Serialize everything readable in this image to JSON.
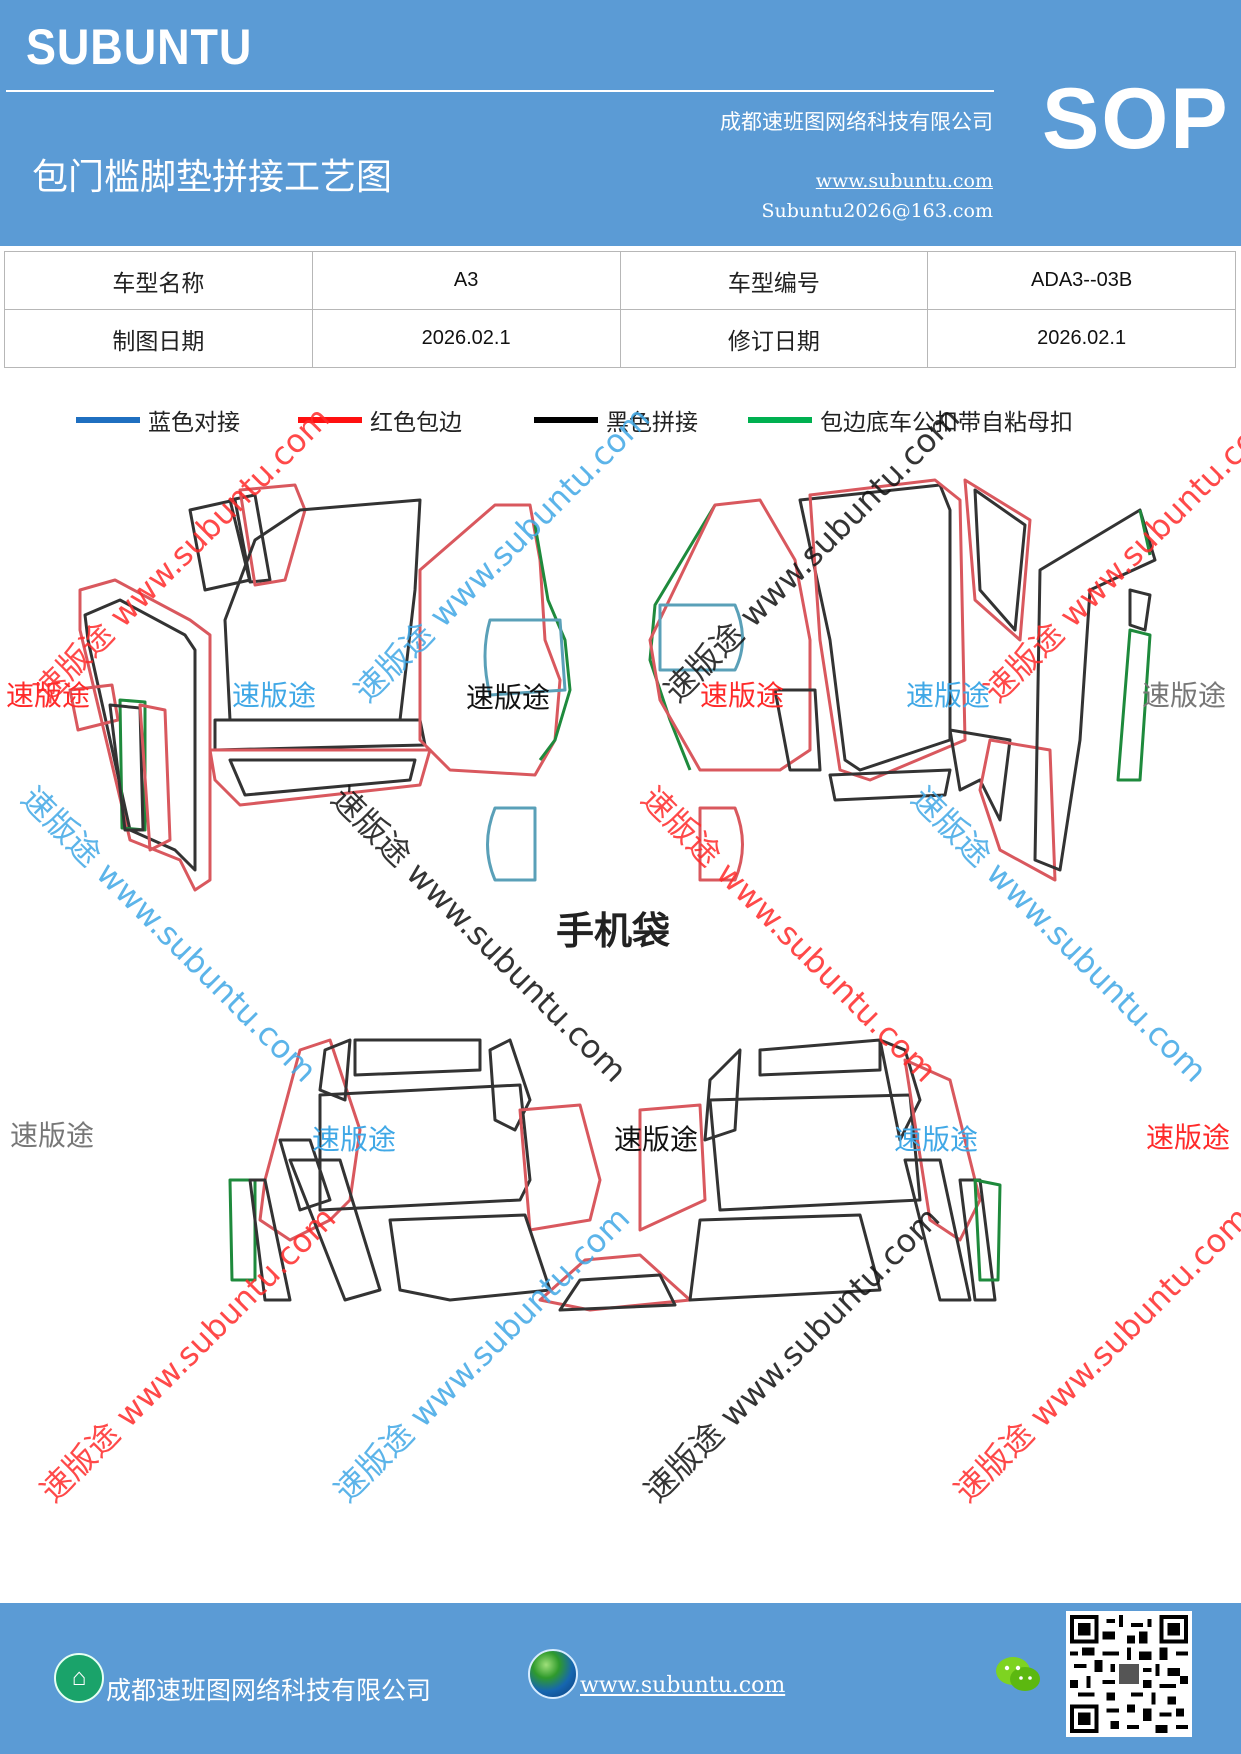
{
  "header": {
    "brand": "SUBUNTU",
    "title": "包门槛脚垫拼接工艺图",
    "company": "成都速班图网络科技有限公司",
    "website": "www.subuntu.com",
    "email": "Subuntu2026@163.com",
    "badge": "SOP"
  },
  "info_table": {
    "model_name_label": "车型名称",
    "model_name_value": "A3",
    "model_code_label": "车型编号",
    "model_code_value": "ADA3--03B",
    "draw_date_label": "制图日期",
    "draw_date_value": "2026.02.1",
    "revise_date_label": "修订日期",
    "revise_date_value": "2026.02.1"
  },
  "legend": [
    {
      "label": "蓝色对接",
      "color": "#1f6fc0"
    },
    {
      "label": "红色包边",
      "color": "#ff1010"
    },
    {
      "label": "黑色拼接",
      "color": "#000000"
    },
    {
      "label": "包边底车公扣带自粘母扣",
      "color": "#00b050"
    }
  ],
  "drawing": {
    "phone_bag_label": "手机袋",
    "watermark_brand": "速版途",
    "watermark_url": "www.subuntu.com",
    "watermark_diag": "速版途 www.subuntu.com"
  },
  "footer": {
    "company": "成都速班图网络科技有限公司",
    "website": "www.subuntu.com",
    "home_icon": "home-icon",
    "globe_icon": "globe-icon",
    "wechat_icon": "wechat-icon",
    "qr_icon": "qr-code"
  },
  "colors": {
    "header_bg": "#5b9bd5",
    "outline_black": "#333333",
    "outline_red": "#d9585e",
    "outline_green": "#1e8a3c",
    "outline_blue": "#5aa0b8"
  }
}
